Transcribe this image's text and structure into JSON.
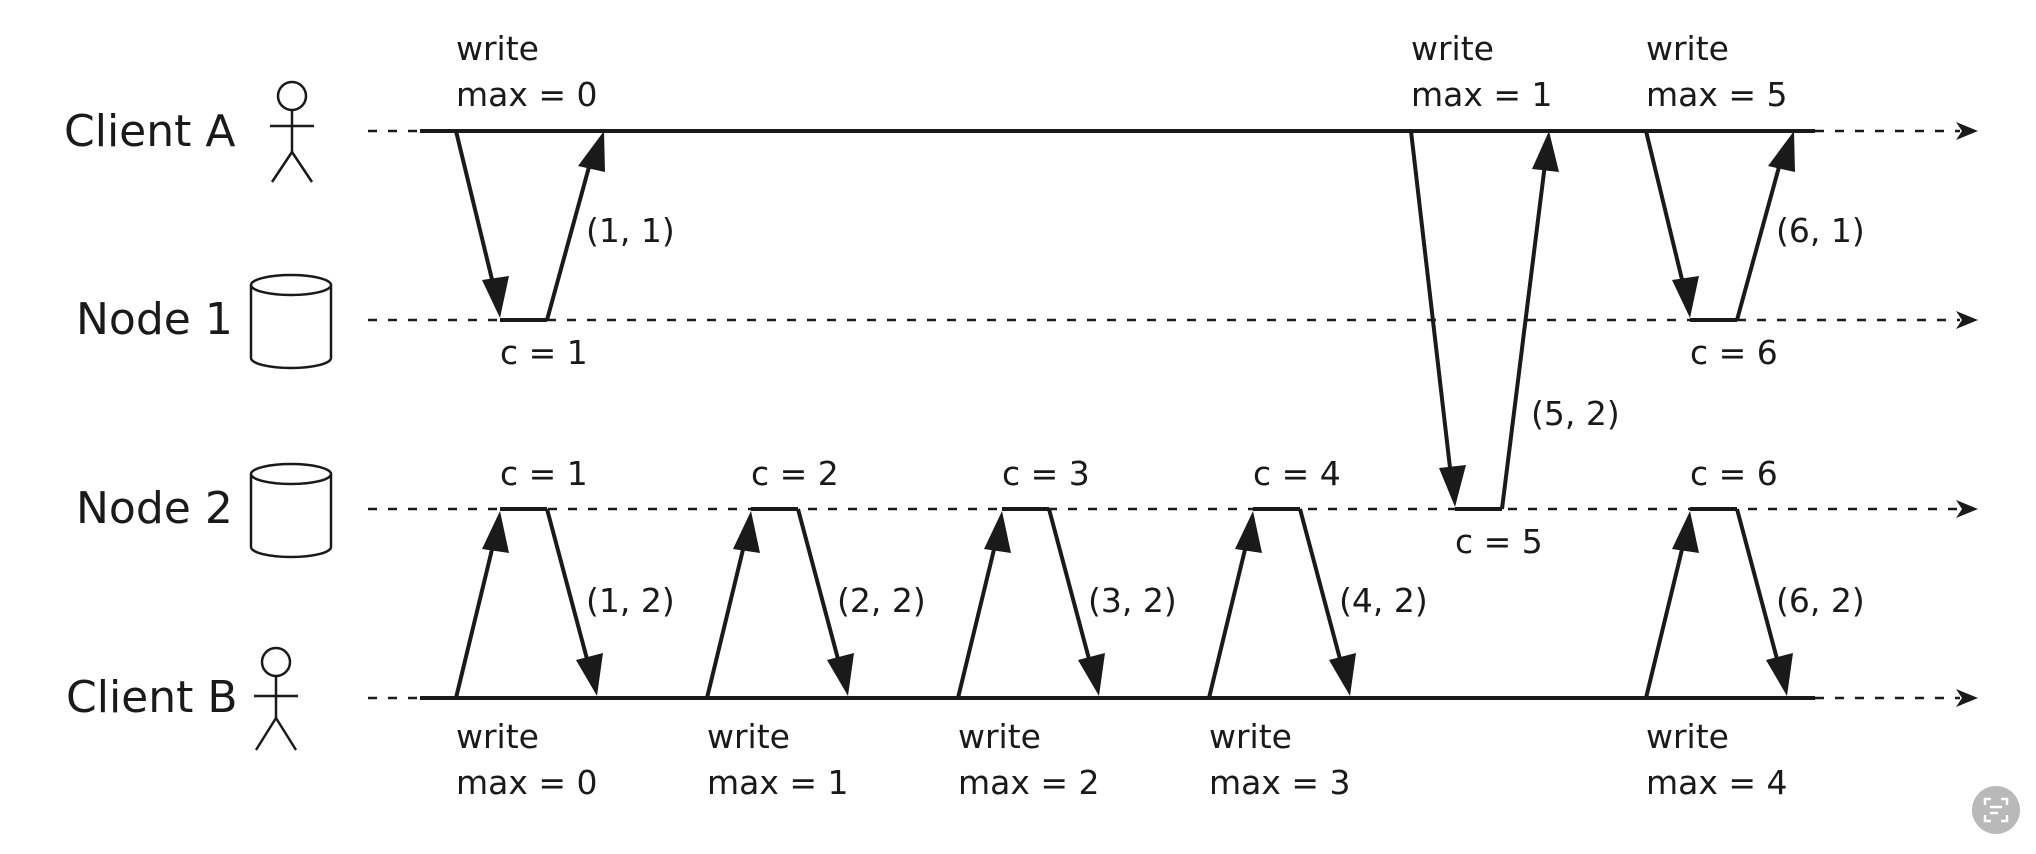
{
  "lanes": {
    "client_a": {
      "label": "Client A",
      "icon": "person-icon"
    },
    "node_1": {
      "label": "Node 1",
      "icon": "database-icon"
    },
    "node_2": {
      "label": "Node 2",
      "icon": "database-icon"
    },
    "client_b": {
      "label": "Client B",
      "icon": "person-icon"
    }
  },
  "client_a_ops": [
    {
      "line1": "write",
      "line2": "max = 0"
    },
    {
      "line1": "write",
      "line2": "max = 1"
    },
    {
      "line1": "write",
      "line2": "max = 5"
    }
  ],
  "client_b_ops": [
    {
      "line1": "write",
      "line2": "max = 0"
    },
    {
      "line1": "write",
      "line2": "max = 1"
    },
    {
      "line1": "write",
      "line2": "max = 2"
    },
    {
      "line1": "write",
      "line2": "max = 3"
    },
    {
      "line1": "write",
      "line2": "max = 4"
    }
  ],
  "node1_counters": [
    "c = 1",
    "c = 6"
  ],
  "node2_counters": [
    "c = 1",
    "c = 2",
    "c = 3",
    "c = 4",
    "c = 5",
    "c = 6"
  ],
  "responses": [
    "(1, 1)",
    "(5, 2)",
    "(6, 1)",
    "(1, 2)",
    "(2, 2)",
    "(3, 2)",
    "(4, 2)",
    "(6, 2)"
  ],
  "corner_icon": "scan-icon"
}
